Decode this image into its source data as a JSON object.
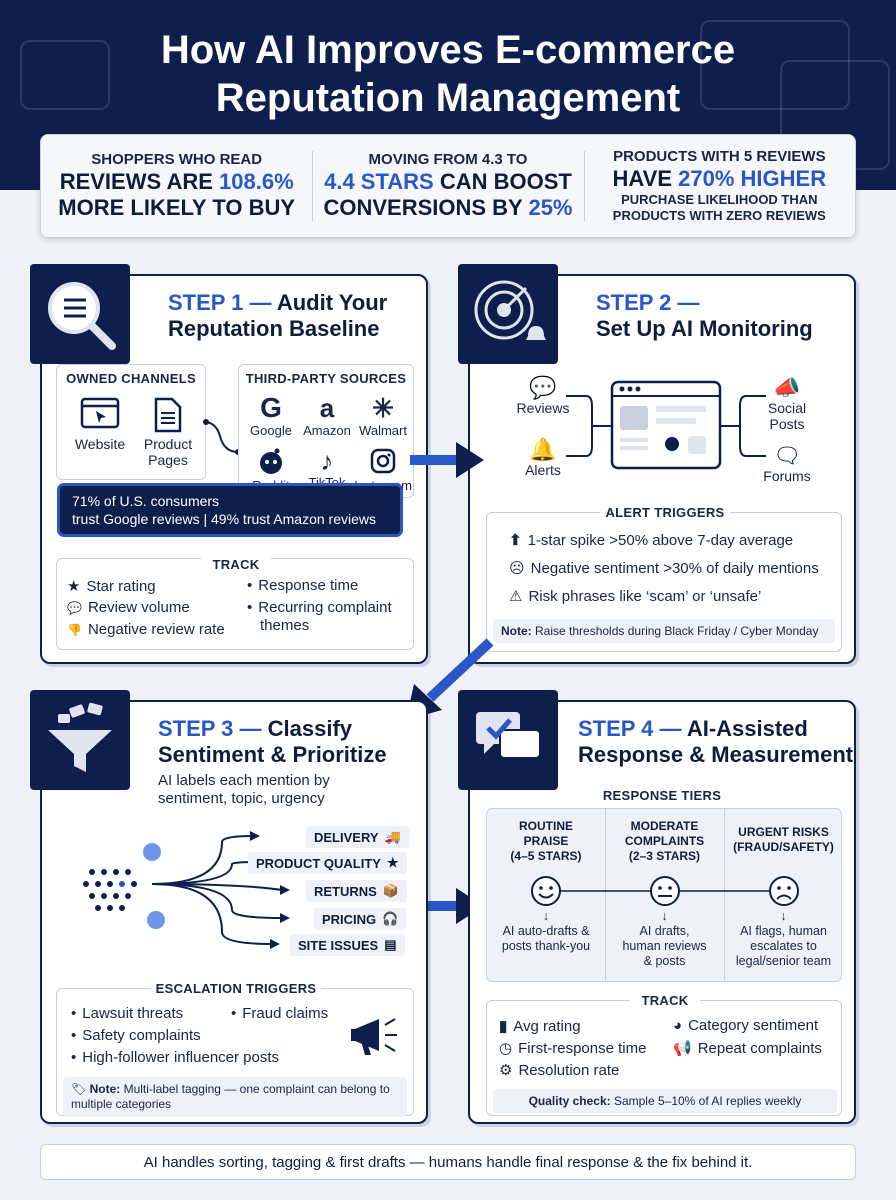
{
  "title": {
    "line1": "How AI Improves E-commerce",
    "line2": "Reputation Management"
  },
  "stats": [
    {
      "line1": "SHOPPERS WHO READ",
      "line2a": "REVIEWS ARE ",
      "line2b": "108.6%",
      "line3": "MORE LIKELY TO BUY"
    },
    {
      "line1": "MOVING FROM 4.3 TO",
      "line2a": "4.4 STARS",
      "line2b": " CAN BOOST",
      "line3a": "CONVERSIONS BY ",
      "line3b": "25%"
    },
    {
      "line1": "PRODUCTS WITH 5 REVIEWS",
      "line2a": "HAVE ",
      "line2b": "270% HIGHER",
      "line3": "PURCHASE LIKELIHOOD THAN",
      "line4": "PRODUCTS WITH ZERO REVIEWS"
    }
  ],
  "step1": {
    "num": "STEP 1 —",
    "title_a": "Audit Your",
    "title_b": "Reputation Baseline",
    "owned_title": "OWNED CHANNELS",
    "owned": [
      "Website",
      "Product Pages"
    ],
    "third_title": "THIRD-PARTY SOURCES",
    "third": [
      "Google",
      "Amazon",
      "Walmart",
      "Reddit",
      "TikTok",
      "Instagram"
    ],
    "trust_line1": "71% of U.S. consumers",
    "trust_line2": "trust Google reviews | 49% trust Amazon reviews",
    "track_title": "TRACK",
    "track_left": [
      "Star rating",
      "Review volume",
      "Negative review rate"
    ],
    "track_right": [
      "Response time",
      "Recurring complaint",
      "themes"
    ]
  },
  "step2": {
    "num": "STEP 2 —",
    "title_b": "Set Up AI Monitoring",
    "sources": [
      "Reviews",
      "Alerts",
      "Social",
      "Posts",
      "Forums"
    ],
    "alert_title": "ALERT TRIGGERS",
    "alerts": [
      "1-star spike >50% above 7-day average",
      "Negative sentiment >30% of daily mentions",
      "Risk phrases like ‘scam’ or ‘unsafe’"
    ],
    "note_label": "Note:",
    "note_text": " Raise thresholds during Black Friday / Cyber Monday"
  },
  "step3": {
    "num": "STEP 3 —",
    "title_a": "Classify",
    "title_b": "Sentiment & Prioritize",
    "desc1": "AI labels each mention by",
    "desc2": "sentiment, topic, urgency",
    "categories": [
      "DELIVERY",
      "PRODUCT QUALITY",
      "RETURNS",
      "PRICING",
      "SITE ISSUES"
    ],
    "esc_title": "ESCALATION TRIGGERS",
    "esc_left": [
      "Lawsuit threats",
      "Safety complaints",
      "High-follower influencer posts"
    ],
    "esc_right": [
      "Fraud claims"
    ],
    "note_label": "Note:",
    "note_text": " Multi-label tagging — one complaint can belong to multiple categories"
  },
  "step4": {
    "num": "STEP 4 —",
    "title_a": "AI-Assisted",
    "title_b": "Response & Measurement",
    "tiers_title": "RESPONSE TIERS",
    "tiers": [
      {
        "name": [
          "ROUTINE",
          "PRAISE",
          "(4–5 STARS)"
        ],
        "desc": [
          "AI auto-drafts &",
          "posts thank-you"
        ]
      },
      {
        "name": [
          "MODERATE",
          "COMPLAINTS",
          "(2–3 STARS)"
        ],
        "desc": [
          "AI drafts,",
          "human reviews",
          "& posts"
        ]
      },
      {
        "name": [
          "URGENT RISKS",
          "(FRAUD/SAFETY)"
        ],
        "desc": [
          "AI flags, human",
          "escalates to",
          "legal/senior team"
        ]
      }
    ],
    "track_title": "TRACK",
    "track_left": [
      "Avg rating",
      "First-response time",
      "Resolution rate"
    ],
    "track_right": [
      "Category sentiment",
      "Repeat complaints"
    ],
    "quality_label": "Quality check:",
    "quality_text": " Sample 5–10% of AI replies weekly"
  },
  "footer": "AI handles sorting, tagging & first drafts — humans handle final response & the fix behind it.",
  "colors": {
    "navy": "#0e1f4d",
    "accent": "#2b56c8"
  }
}
